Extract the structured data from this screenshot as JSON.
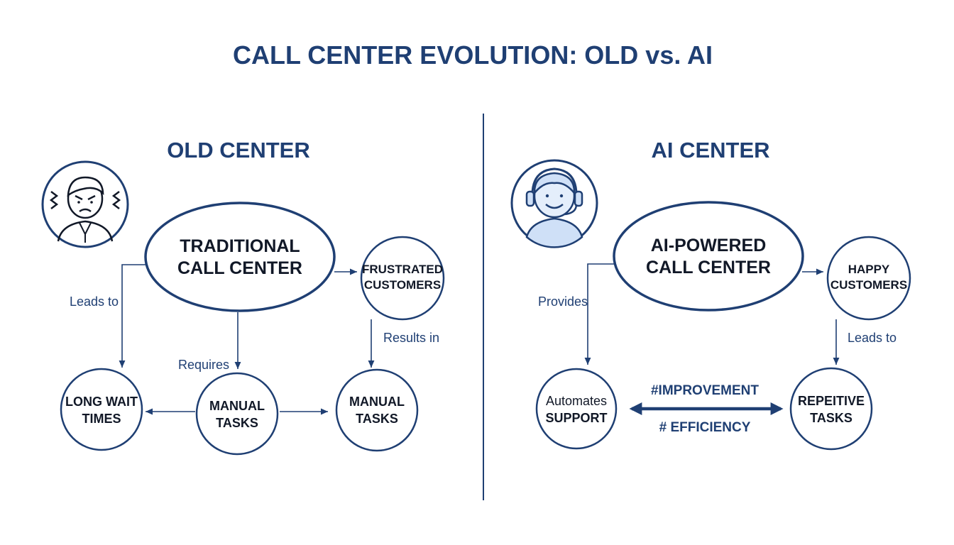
{
  "title": "CALL CENTER EVOLUTION: OLD vs. AI",
  "colors": {
    "primary": "#1f3f73",
    "text": "#111827",
    "avatar_fill": "#cfe0f7"
  },
  "old_center": {
    "heading": "OLD CENTER",
    "avatar_icon": "frustrated-agent-icon",
    "main_node": [
      "TRADITIONAL",
      "CALL CENTER"
    ],
    "node_frustrated": [
      "FRUSTRATED",
      "CUSTOMERS"
    ],
    "node_long_wait": [
      "LONG WAIT",
      "TIMES"
    ],
    "node_manual_center": [
      "MANUAL",
      "TASKS"
    ],
    "node_manual_right": [
      "MANUAL",
      "TASKS"
    ],
    "label_leads_to": "Leads to",
    "label_requires": "Requires",
    "label_results_in": "Results in"
  },
  "ai_center": {
    "heading": "AI CENTER",
    "avatar_icon": "headset-agent-icon",
    "main_node": [
      "AI-POWERED",
      "CALL CENTER"
    ],
    "node_happy": [
      "HAPPY",
      "CUSTOMERS"
    ],
    "node_automates": [
      "Automates",
      "SUPPORT"
    ],
    "node_repetitive": [
      "REPEITIVE",
      "TASKS"
    ],
    "label_provides": "Provides",
    "label_leads_to": "Leads to",
    "tag_improvement": "#IMPROVEMENT",
    "tag_efficiency": "# EFFICIENCY"
  }
}
